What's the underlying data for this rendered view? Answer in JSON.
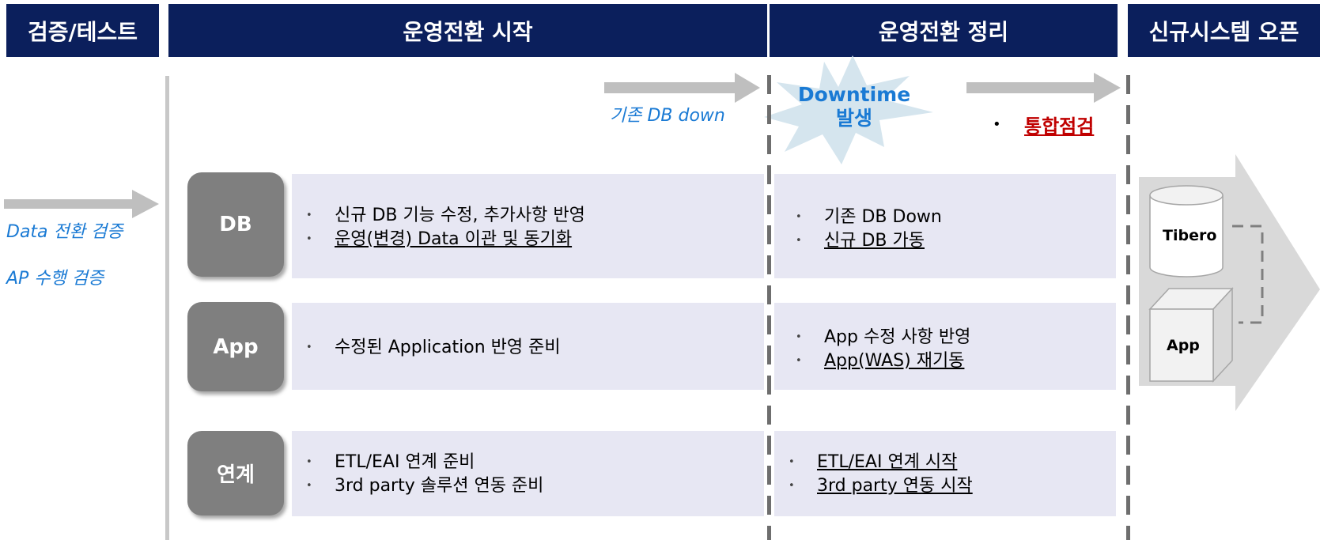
{
  "headers": {
    "verify_test": "검증/테스트",
    "switch_start": "운영전환 시작",
    "switch_cleanup": "운영전환 정리",
    "new_system_open": "신규시스템 오픈"
  },
  "left": {
    "data_verify": "Data 전환 검증",
    "ap_verify": "AP 수행 검증"
  },
  "timeline": {
    "old_db_down": "기존 DB down",
    "downtime_line1": "Downtime",
    "downtime_line2": "발생",
    "integrated_check": "통합점검"
  },
  "rows": [
    {
      "label": "DB",
      "start_items": [
        "신규 DB 기능 수정, 추가사항 반영",
        "운영(변경) Data 이관 및 동기화"
      ],
      "cleanup_items": [
        "기존 DB Down",
        "신규 DB 가동"
      ]
    },
    {
      "label": "App",
      "start_items": [
        "수정된 Application 반영 준비"
      ],
      "cleanup_items": [
        "App 수정 사항 반영",
        "App(WAS) 재기동"
      ]
    },
    {
      "label": "연계",
      "start_items": [
        "ETL/EAI 연계 준비",
        "3rd party 솔루션 연동 준비"
      ],
      "cleanup_items": [
        "ETL/EAI 연계 시작",
        "3rd party 연동 시작"
      ]
    }
  ],
  "new_system": {
    "db_product": "Tibero",
    "app": "App"
  },
  "bullet_char": "•",
  "colors": {
    "header_bg": "#0b1f5c",
    "label_bg": "#7f7f7f",
    "band_bg": "#e7e7f3",
    "accent_blue": "#1a7ad4",
    "alert_red": "#c00000"
  }
}
